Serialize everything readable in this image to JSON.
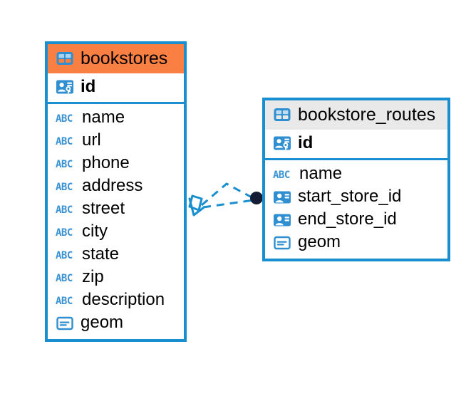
{
  "diagram": {
    "type": "entity-relationship-diagram",
    "background": "#ffffff",
    "colors": {
      "border": "#1a8fd0",
      "header_accent": "#f97f42",
      "header_neutral": "#e9e9e9",
      "icon_blue": "#1a8fd0",
      "connector": "#1a8fd0",
      "endpoint_dot": "#111a2e",
      "text": "#000000"
    },
    "entities": [
      {
        "id": "bookstores",
        "name": "bookstores",
        "header_style": "accent-orange",
        "table_icon": "table-grid-icon",
        "primary_key": {
          "name": "id",
          "icon": "primary-key-icon"
        },
        "fields": [
          {
            "name": "name",
            "icon": "text-abc-icon"
          },
          {
            "name": "url",
            "icon": "text-abc-icon"
          },
          {
            "name": "phone",
            "icon": "text-abc-icon"
          },
          {
            "name": "address",
            "icon": "text-abc-icon"
          },
          {
            "name": "street",
            "icon": "text-abc-icon"
          },
          {
            "name": "city",
            "icon": "text-abc-icon"
          },
          {
            "name": "state",
            "icon": "text-abc-icon"
          },
          {
            "name": "zip",
            "icon": "text-abc-icon"
          },
          {
            "name": "description",
            "icon": "text-abc-icon"
          },
          {
            "name": "geom",
            "icon": "geometry-icon"
          }
        ]
      },
      {
        "id": "bookstore_routes",
        "name": "bookstore_routes",
        "header_style": "accent-gray",
        "table_icon": "table-grid-icon",
        "primary_key": {
          "name": "id",
          "icon": "primary-key-icon"
        },
        "fields": [
          {
            "name": "name",
            "icon": "text-abc-icon"
          },
          {
            "name": "start_store_id",
            "icon": "foreign-key-icon"
          },
          {
            "name": "end_store_id",
            "icon": "foreign-key-icon"
          },
          {
            "name": "geom",
            "icon": "geometry-icon"
          }
        ]
      }
    ],
    "relationships": [
      {
        "id": "rel-start-store",
        "from": "bookstores.id",
        "to": "bookstore_routes.start_store_id",
        "line_style": "dashed",
        "source_marker": "crowfoot-diamond-marker",
        "target_marker": "filled-circle-marker"
      },
      {
        "id": "rel-end-store",
        "from": "bookstores.id",
        "to": "bookstore_routes.end_store_id",
        "line_style": "dashed",
        "source_marker": "crowfoot-diamond-marker",
        "target_marker": "filled-circle-marker"
      }
    ]
  }
}
